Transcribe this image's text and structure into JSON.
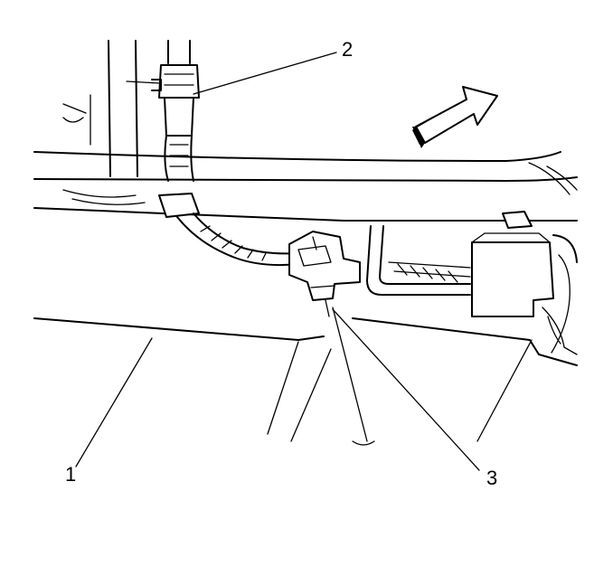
{
  "diagram": {
    "callouts": [
      {
        "id": "1",
        "label": "1"
      },
      {
        "id": "2",
        "label": "2"
      },
      {
        "id": "3",
        "label": "3"
      }
    ],
    "icons": [
      "direction-arrow-icon"
    ]
  }
}
